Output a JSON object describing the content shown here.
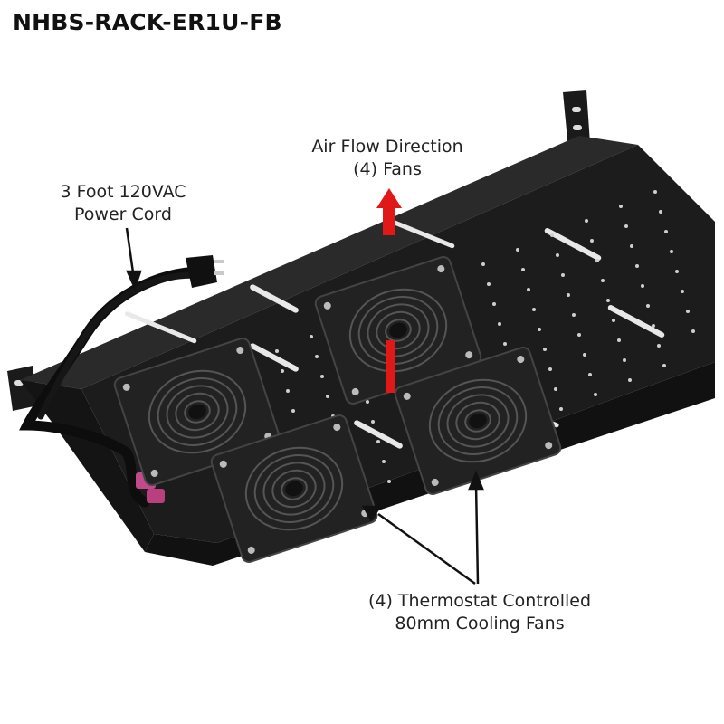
{
  "title": "NHBS-RACK-ER1U-FB",
  "labels": {
    "airflow": {
      "line1": "Air Flow Direction",
      "line2": "(4) Fans"
    },
    "power": {
      "line1": "3 Foot 120VAC",
      "line2": "Power Cord"
    },
    "fans": {
      "line1": "(4) Thermostat Controlled",
      "line2": "80mm Cooling Fans"
    }
  },
  "colors": {
    "tray": "#1c1c1c",
    "tray_edge": "#0c0c0c",
    "fan_frame": "#222222",
    "arrow": "#e01818",
    "pointer": "#111111",
    "highlight": "#e8e8e8"
  }
}
